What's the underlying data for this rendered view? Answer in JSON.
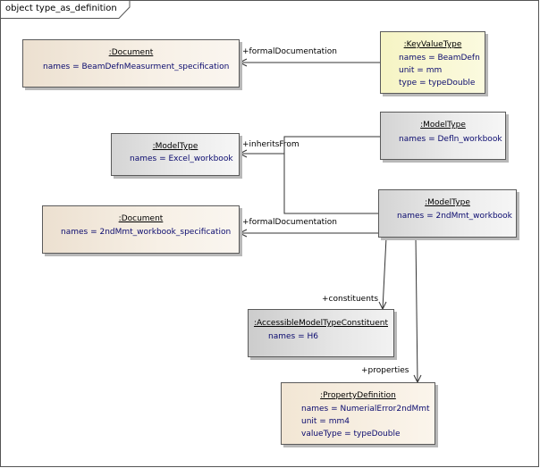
{
  "frame": {
    "title": "object type_as_definition"
  },
  "objects": {
    "doc1": {
      "title": ":Document",
      "attrs": [
        "names = BeamDefnMeasurment_specification"
      ]
    },
    "kvt": {
      "title": ":KeyValueType",
      "attrs": [
        "names = BeamDefn",
        "unit = mm",
        "type = typeDouble"
      ]
    },
    "mt_defn": {
      "title": ":ModelType",
      "attrs": [
        "names = Defln_workbook"
      ]
    },
    "mt_excel": {
      "title": ":ModelType",
      "attrs": [
        "names = Excel_workbook"
      ]
    },
    "mt_2nd": {
      "title": ":ModelType",
      "attrs": [
        "names = 2ndMmt_workbook"
      ]
    },
    "doc2": {
      "title": ":Document",
      "attrs": [
        "names = 2ndMmt_workbook_specification"
      ]
    },
    "amc": {
      "title": ":AccessibleModelTypeConstituent",
      "attrs": [
        "names = H6"
      ]
    },
    "pd": {
      "title": ":PropertyDefinition",
      "attrs": [
        "names = NumerialError2ndMmt",
        "unit = mm4",
        "valueType = typeDouble"
      ]
    }
  },
  "connectors": {
    "formal1": "+formalDocumentation",
    "inherits": "+inheritsFrom",
    "formal2": "+formalDocumentation",
    "constituents": "+constituents",
    "properties": "+properties"
  }
}
